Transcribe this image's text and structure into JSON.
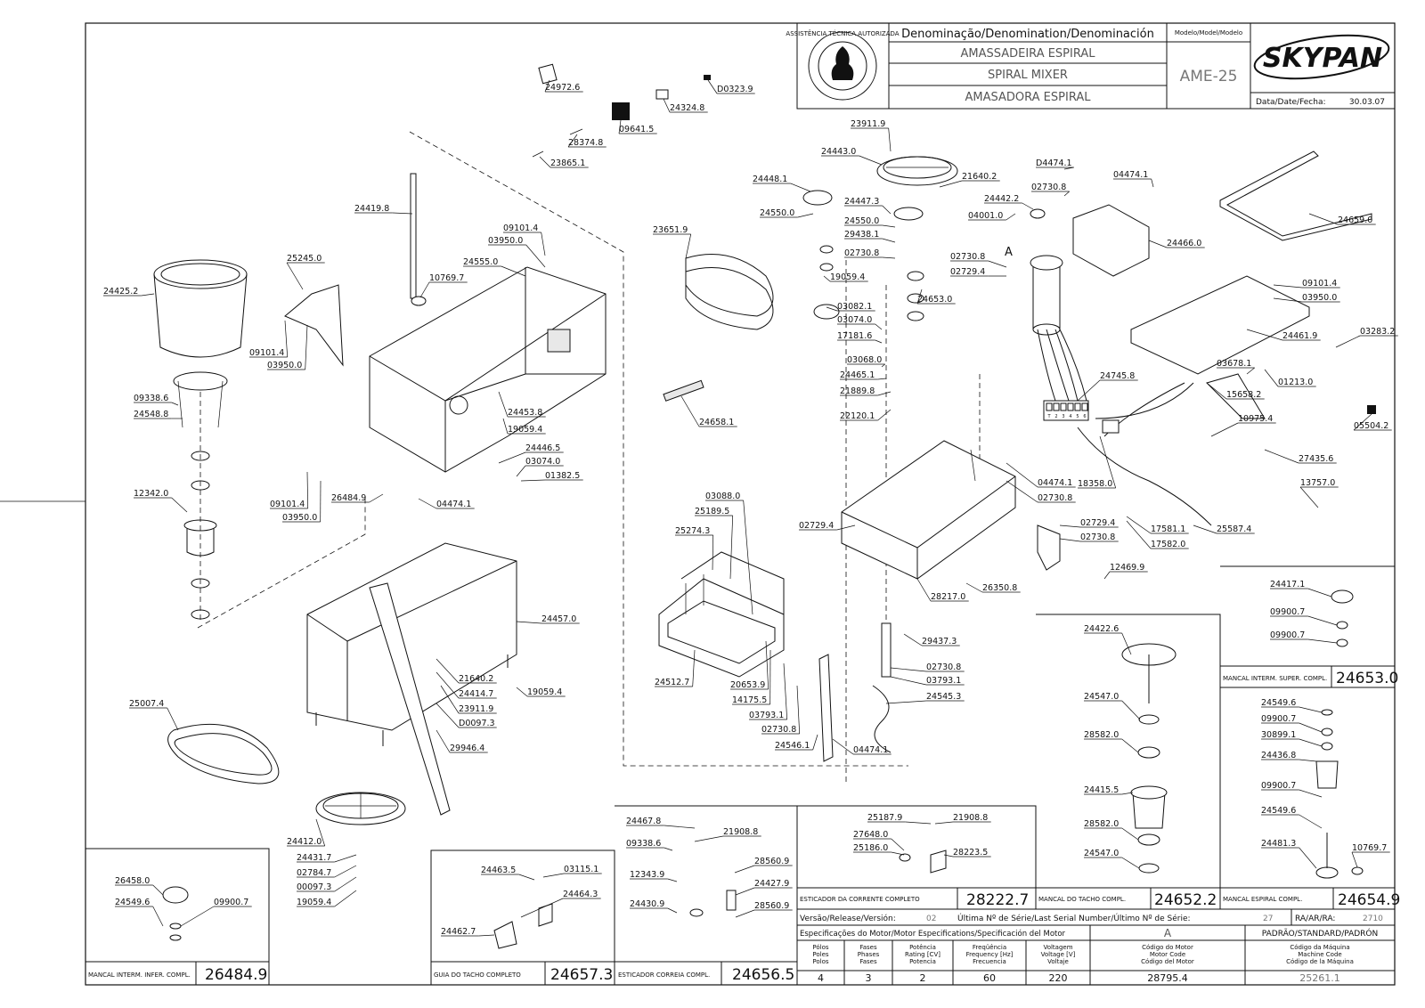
{
  "title_block": {
    "denomination_header": "Denominação/Denomination/Denominación",
    "name_pt": "AMASSADEIRA ESPIRAL",
    "name_en": "SPIRAL MIXER",
    "name_es": "AMASADORA ESPIRAL",
    "model_header": "Modelo/Model/Modelo",
    "model": "AME-25",
    "brand": "SKYPAN",
    "date_label": "Data/Date/Fecha:",
    "date": "30.03.07",
    "seal_text": "ASSISTÊNCIA TÉCNICA AUTORIZADA"
  },
  "bottom_block": {
    "version_label": "Versão/Release/Versión:",
    "version": "02",
    "serial_label": "Última Nº de Série/Last Serial Number/Último Nº de Série:",
    "serial": "27",
    "ra_label": "RA/AR/RA:",
    "ra": "2710",
    "motor_spec_label": "Especificações do Motor/Motor Especifications/Specificación del Motor",
    "motor_letter": "A",
    "standard_label": "PADRÃO/STANDARD/PADRÓN",
    "cols": [
      {
        "h1": "Pólos",
        "h2": "Poles",
        "h3": "Polos",
        "value": "4"
      },
      {
        "h1": "Fases",
        "h2": "Phases",
        "h3": "Fases",
        "value": "3"
      },
      {
        "h1": "Potência",
        "h2": "Rating [CV]",
        "h3": "Potencia",
        "value": "2"
      },
      {
        "h1": "Freqüência",
        "h2": "Frequency [Hz]",
        "h3": "Frecuencia",
        "value": "60"
      },
      {
        "h1": "Voltagem",
        "h2": "Voltage [V]",
        "h3": "Voltaje",
        "value": "220"
      },
      {
        "h1": "Código do Motor",
        "h2": "Motor Code",
        "h3": "Código del Motor",
        "value": "28795.4"
      },
      {
        "h1": "Código da Máquina",
        "h2": "Machine Code",
        "h3": "Código de la Máquina",
        "value": "25261.1"
      }
    ]
  },
  "assemblies": [
    {
      "name": "MANCAL INTERM. INFER. COMPL.",
      "code": "26484.9"
    },
    {
      "name": "GUIA DO TACHO COMPLETO",
      "code": "24657.3"
    },
    {
      "name": "ESTICADOR CORREIA COMPL.",
      "code": "24656.5"
    },
    {
      "name": "ESTICADOR DA CORRENTE COMPLETO",
      "code": "28222.7"
    },
    {
      "name": "MANCAL DO TACHO COMPL.",
      "code": "24652.2"
    },
    {
      "name": "MANCAL ESPIRAL COMPL.",
      "code": "24654.9"
    },
    {
      "name": "MANCAL INTERM. SUPER. COMPL.",
      "code": "24653.0"
    }
  ],
  "callouts": [
    "24972.6",
    "09641.5",
    "24324.8",
    "D0323.9",
    "28374.8",
    "23865.1",
    "24419.8",
    "09101.4",
    "03950.0",
    "24555.0",
    "10769.7",
    "25245.0",
    "24425.2",
    "09101.4",
    "03950.0",
    "09338.6",
    "24548.8",
    "12342.0",
    "09101.4",
    "03950.0",
    "24453.8",
    "19059.4",
    "24446.5",
    "03074.0",
    "01382.5",
    "26484.9",
    "04474.1",
    "24457.0",
    "21640.2",
    "24414.7",
    "23911.9",
    "D0097.3",
    "19059.4",
    "29946.4",
    "25007.4",
    "24412.0",
    "24431.7",
    "02784.7",
    "00097.3",
    "19059.4",
    "23911.9",
    "24443.0",
    "21640.2",
    "24448.1",
    "24447.3",
    "24550.0",
    "24550.0",
    "29438.1",
    "02730.8",
    "19059.4",
    "03082.1",
    "03074.0",
    "17181.6",
    "03068.0",
    "24465.1",
    "21889.8",
    "22120.1",
    "23651.9",
    "24658.1",
    "D4474.1",
    "02730.8",
    "04474.1",
    "24442.2",
    "04001.0",
    "02730.8",
    "02729.4",
    "24653.0",
    "24466.0",
    "24659.0",
    "09101.4",
    "03950.0",
    "03283.2",
    "24461.9",
    "03678.1",
    "01213.0",
    "15658.2",
    "24745.8",
    "10975.4",
    "05504.2",
    "27435.6",
    "04474.1",
    "02730.8",
    "18358.0",
    "13757.0",
    "02729.4",
    "02730.8",
    "17581.1",
    "17582.0",
    "25587.4",
    "12469.9",
    "03088.0",
    "25189.5",
    "25274.3",
    "02729.4",
    "28217.0",
    "26350.8",
    "29437.3",
    "24512.7",
    "20653.9",
    "14175.5",
    "03793.1",
    "02730.8",
    "24546.1",
    "04474.1",
    "02730.8",
    "03793.1",
    "24545.3",
    "26458.0",
    "24549.6",
    "09900.7",
    "24463.5",
    "03115.1",
    "24464.3",
    "24462.7",
    "24467.8",
    "21908.8",
    "09338.6",
    "12343.9",
    "28560.9",
    "24427.9",
    "28560.9",
    "24430.9",
    "25187.9",
    "21908.8",
    "27648.0",
    "25186.0",
    "28223.5",
    "24422.6",
    "24547.0",
    "28582.0",
    "24415.5",
    "28582.0",
    "24547.0",
    "24417.1",
    "09900.7",
    "09900.7",
    "24549.6",
    "09900.7",
    "30899.1",
    "24436.8",
    "09900.7",
    "24549.6",
    "24481.3",
    "10769.7"
  ],
  "motor_label": "A",
  "terminal_labels": [
    "T",
    "2",
    "3",
    "4",
    "5",
    "6"
  ]
}
